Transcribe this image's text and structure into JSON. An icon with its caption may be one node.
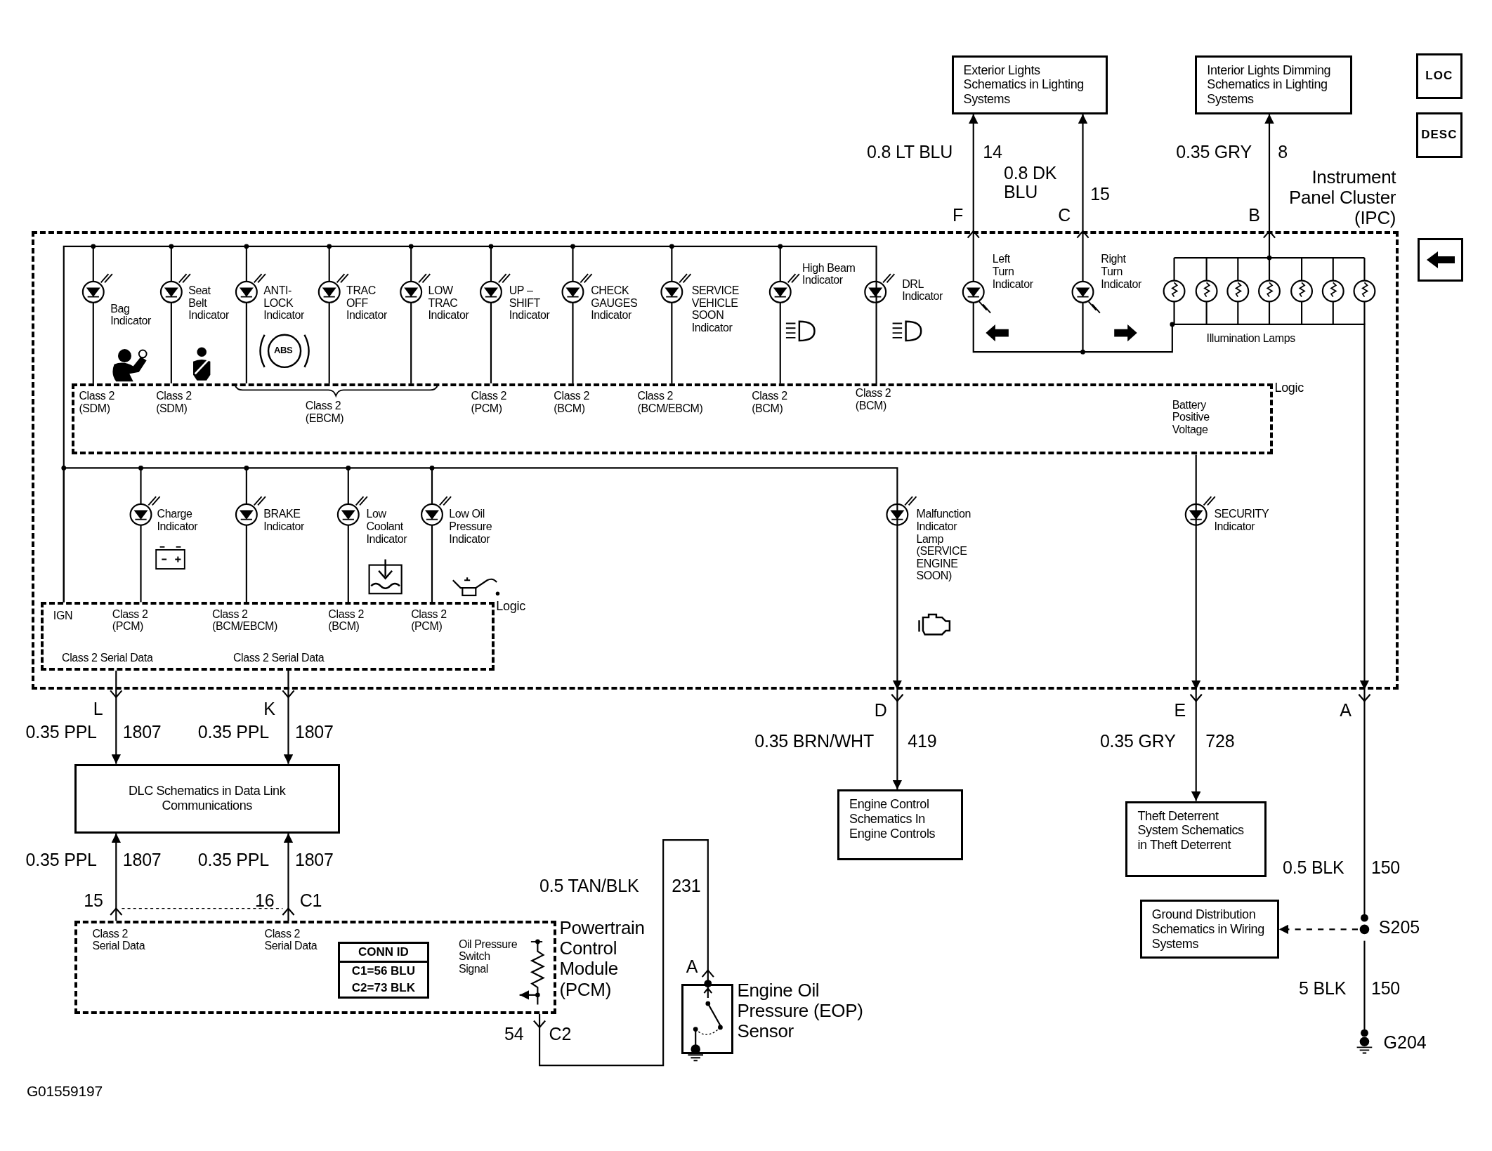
{
  "diagram": {
    "nodes": [
      {
        "text": [
          "Exterior Lights Schematics in Lighting Systems"
        ]
      },
      {
        "text": [
          "Interior Lights Dimming Schematics in Lighting Systems"
        ]
      },
      {
        "text": [
          "LOC"
        ]
      },
      {
        "text": [
          "DESC"
        ]
      },
      {
        "text": [
          "Instrument Panel Cluster (IPC)"
        ]
      },
      {
        "text": [
          "Logic"
        ],
        "in": 4
      },
      {
        "text": [
          "Logic"
        ],
        "in": 4
      },
      {
        "text": [],
        "shape": "box"
      },
      {
        "text": [
          "DLC Schematics in Data Link Communications"
        ]
      },
      {
        "text": [
          "Engine Control Schematics In Engine Controls"
        ]
      },
      {
        "text": [
          "Theft Deterrent System Schematics in Theft Deterrent"
        ]
      },
      {
        "text": [
          "Ground Distribution Schematics in Wiring Systems"
        ]
      },
      {
        "text": [
          "S205"
        ]
      },
      {
        "text": [
          "Powertrain Control Module (PCM)"
        ]
      },
      {
        "text": [
          "CONN ID",
          "C1=56 BLU",
          "C2=73 BLK"
        ],
        "in": 13
      },
      {
        "text": [
          "Engine Oil Pressure (EOP) Sensor"
        ]
      },
      {
        "text": [
          "G204"
        ]
      }
    ],
    "edges": [
      {
        "from": 4,
        "to": 0,
        "arrow": "to"
      },
      {
        "from": 4,
        "to": 0,
        "arrow": "to"
      },
      {
        "from": 4,
        "to": 1,
        "arrow": "to"
      },
      {
        "from": 6,
        "to": 8,
        "arrow": "to"
      },
      {
        "from": 6,
        "to": 8,
        "arrow": "to"
      },
      {
        "from": 13,
        "to": 8,
        "arrow": "to"
      },
      {
        "from": 13,
        "to": 8,
        "arrow": "to"
      },
      {
        "from": 4,
        "to": 9,
        "arrow": "to"
      },
      {
        "from": 4,
        "to": 10,
        "arrow": "to"
      },
      {
        "from": 4,
        "to": 12,
        "arrow": "other"
      },
      {
        "from": 12,
        "to": 11,
        "arrow": "to",
        "style": "dashed"
      },
      {
        "from": 12,
        "to": 16,
        "arrow": "other"
      },
      {
        "from": 13,
        "to": 15,
        "arrow": "other"
      },
      {
        "from": 5,
        "to": 6,
        "arrow": "none"
      },
      {
        "from": 5,
        "to": 4,
        "arrow": "to"
      },
      {
        "from": 6,
        "to": 4,
        "arrow": "to"
      },
      {
        "from": null,
        "to": 4,
        "arrow": "to"
      }
    ],
    "labels": [
      "0.8 LT BLU",
      "14",
      "0.8 DK BLU",
      "15",
      "0.35 GRY",
      "8",
      "F",
      "C",
      "B",
      "Bag Indicator",
      "Seat Belt Indicator",
      "ANTI- LOCK Indicator",
      "ABS",
      "TRAC OFF Indicator",
      "LOW TRAC Indicator",
      "UP – SHIFT Indicator",
      "CHECK GAUGES Indicator",
      "SERVICE VEHICLE SOON Indicator",
      "High Beam Indicator",
      "DRL Indicator",
      "Left Turn Indicator",
      "Right Turn Indicator",
      "Illumination Lamps",
      "Class 2 (SDM)",
      "Class 2 (SDM)",
      "Class 2 (EBCM)",
      "Class 2 (PCM)",
      "Class 2 (BCM)",
      "Class 2 (BCM/EBCM)",
      "Class 2 (BCM)",
      "Class 2 (BCM)",
      "Battery Positive Voltage",
      "Charge Indicator",
      "BRAKE Indicator",
      "Low Coolant Indicator",
      "Low Oil Pressure Indicator",
      "Malfunction Indicator Lamp (SERVICE ENGINE SOON)",
      "SECURITY Indicator",
      "IGN",
      "Class 2 (PCM)",
      "Class 2 (BCM/EBCM)",
      "Class 2 (BCM)",
      "Class 2 (PCM)",
      "Class 2 Serial Data",
      "Class 2 Serial Data",
      "L",
      "K",
      "0.35 PPL",
      "1807",
      "0.35 PPL",
      "1807",
      "D",
      "0.35 BRN/WHT",
      "419",
      "E",
      "0.35 GRY",
      "728",
      "A",
      "0.35 PPL",
      "1807",
      "0.35 PPL",
      "1807",
      "15",
      "16",
      "C1",
      "0.5 TAN/BLK",
      "231",
      "0.5 BLK",
      "150",
      "5 BLK",
      "150",
      "Class 2 Serial Data",
      "Class 2 Serial Data",
      "Oil Pressure Switch Signal",
      "A",
      "54",
      "C2",
      "G01559197"
    ]
  }
}
